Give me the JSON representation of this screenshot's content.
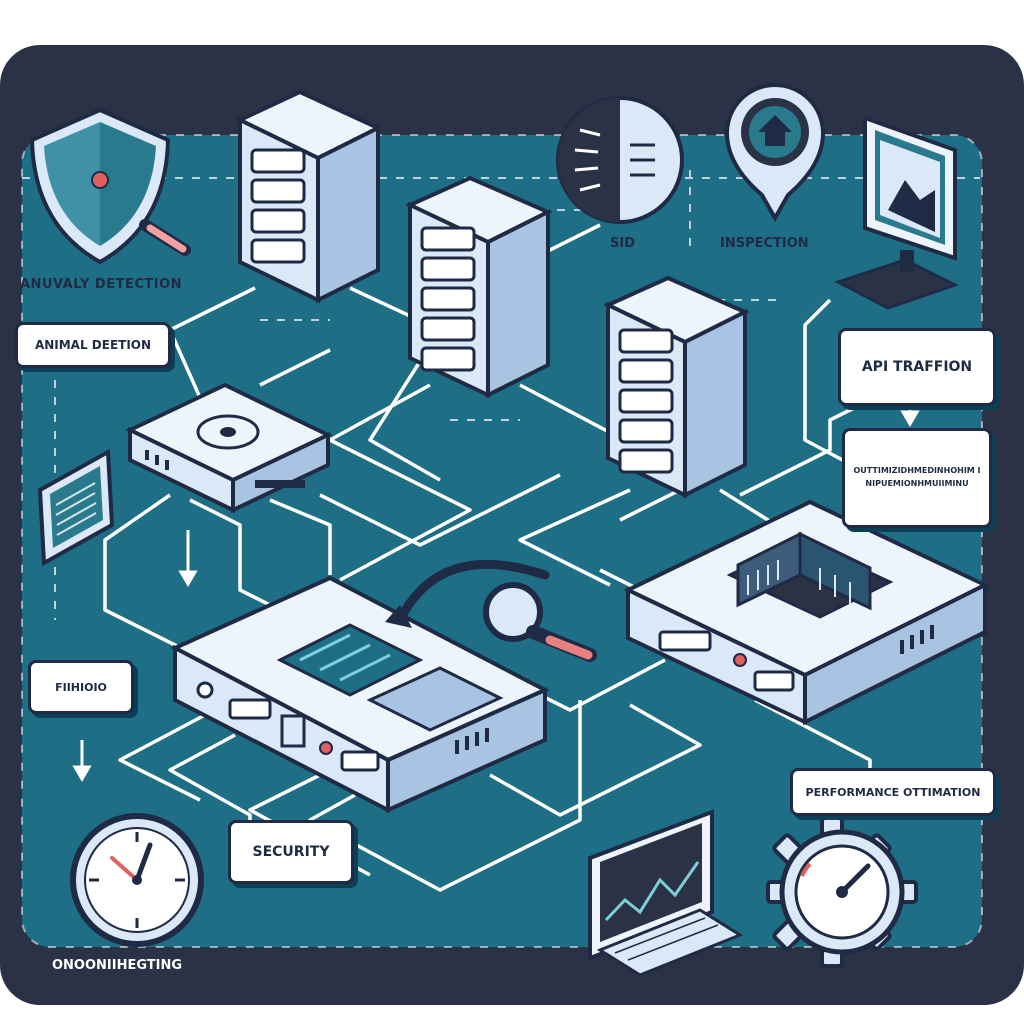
{
  "labels": {
    "anomaly_detection": "ANUVALY DETECTION",
    "animal_detection": "ANIMAL DEETION",
    "sid": "SID",
    "inspection": "INSPECTION",
    "api_traffic": "API TRAFFION",
    "optimization_box": "OUTTIMIZIDHMEDINHOHIM INIPUEMIONHMUIIMINU",
    "firewall_box": "FIIHIOIO",
    "security": "SECURITY",
    "performance": "PERFORMANCE OTTIMATION",
    "monitoring": "ONOONIIHEGTING"
  },
  "colors": {
    "frame": "#2b3245",
    "board": "#1e6e86",
    "line": "#ffffff",
    "device": "#dbe8f7",
    "device_shade": "#a9c3e3",
    "outline": "#1f2a44",
    "accent_red": "#e06060",
    "shield": "#2a7a8e"
  },
  "icons": [
    "shield-icon",
    "magnifier-icon",
    "server-icon",
    "router-icon",
    "gauge-icon",
    "location-pin-icon",
    "monitor-icon",
    "tablet-icon",
    "clock-icon",
    "gear-icon",
    "chip-icon"
  ]
}
